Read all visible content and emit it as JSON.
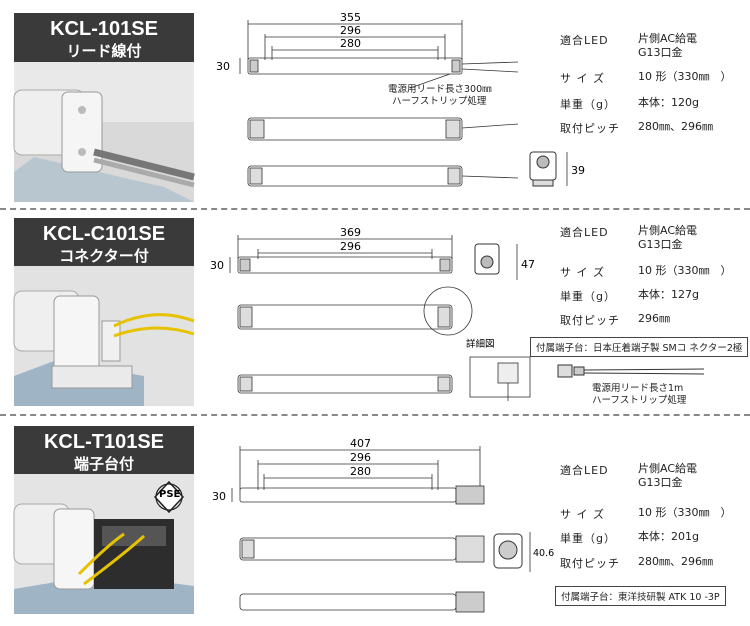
{
  "products": [
    {
      "code": "KCL-101SE",
      "subtitle": "リード線付",
      "dims": [
        "355",
        "296",
        "280"
      ],
      "height": "30",
      "side_dim": "39",
      "note": [
        "電源用リード長さ300㎜",
        "ハーフストリップ処理"
      ],
      "spec": [
        {
          "k": "適合LED",
          "v": [
            "片側AC給電",
            "G13口金"
          ]
        },
        {
          "k": "サ イ ズ",
          "v": [
            "10 形（330㎜　）"
          ]
        },
        {
          "k": "単重（g）",
          "v": [
            "本体：120g"
          ]
        },
        {
          "k": "取付ピッチ",
          "v": [
            "280㎜、296㎜"
          ]
        }
      ]
    },
    {
      "code": "KCL-C101SE",
      "subtitle": "コネクター付",
      "dims": [
        "369",
        "296"
      ],
      "height": "30",
      "side_dim": "47",
      "detail_label": "詳細図",
      "accessory": "付属端子台：日本圧着端子製 SMコ ネクター2極",
      "note": [
        "電源用リード長さ1m",
        "ハーフストリップ処理"
      ],
      "spec": [
        {
          "k": "適合LED",
          "v": [
            "片側AC給電",
            "G13口金"
          ]
        },
        {
          "k": "サ イ ズ",
          "v": [
            "10 形（330㎜　）"
          ]
        },
        {
          "k": "単重（g）",
          "v": [
            "本体：127g"
          ]
        },
        {
          "k": "取付ピッチ",
          "v": [
            "296㎜"
          ]
        }
      ]
    },
    {
      "code": "KCL-T101SE",
      "subtitle": "端子台付",
      "dims": [
        "407",
        "296",
        "280"
      ],
      "height": "30",
      "side_dim": "40.6",
      "pse": "PSE",
      "accessory": "付属端子台：東洋技研製 ATK 10 -3P",
      "spec": [
        {
          "k": "適合LED",
          "v": [
            "片側AC給電",
            "G13口金"
          ]
        },
        {
          "k": "サ イ ズ",
          "v": [
            "10 形（330㎜　）"
          ]
        },
        {
          "k": "単重（g）",
          "v": [
            "本体：201g"
          ]
        },
        {
          "k": "取付ピッチ",
          "v": [
            "280㎜、296㎜"
          ]
        }
      ]
    }
  ]
}
